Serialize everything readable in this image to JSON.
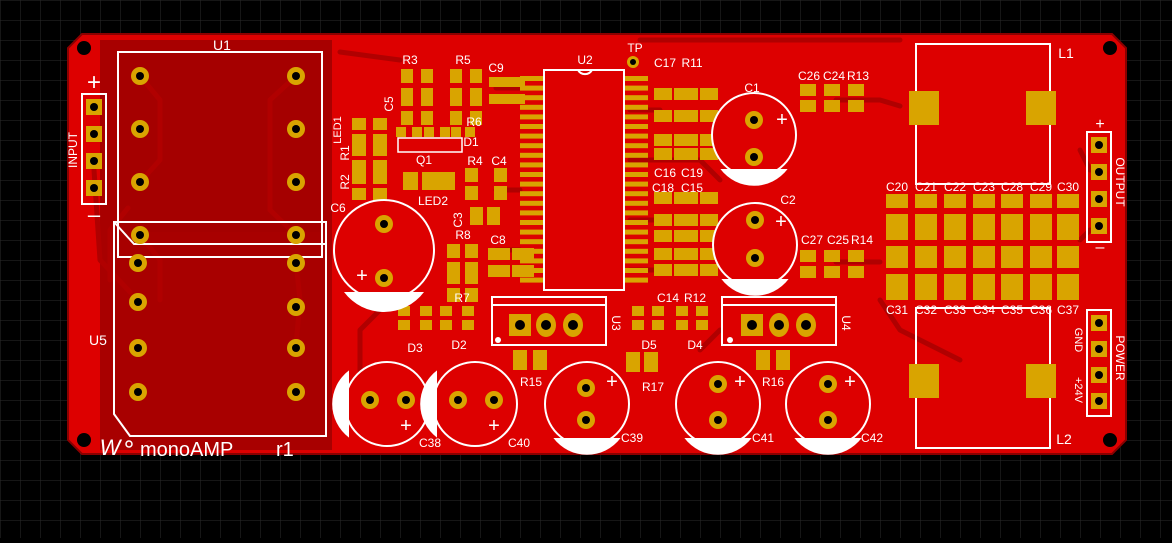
{
  "board": {
    "name": "monoAMP",
    "revision": "r1",
    "logo": "W",
    "colors": {
      "background": "#000000",
      "grid": "#2b2b2b",
      "copper": "#e00000",
      "copper_dark": "#a80000",
      "silk": "#ffffff",
      "pad": "#d9a400"
    }
  },
  "ics": {
    "u1": "U1",
    "u5": "U5",
    "u2": "U2",
    "u3": "U3",
    "u4": "U4",
    "tp": "TP"
  },
  "connectors": {
    "input_title": "INPUT",
    "input_plus": "+",
    "input_minus": "–",
    "output_title": "OUTPUT",
    "output_plus": "+",
    "output_minus": "–",
    "power_title": "POWER",
    "power_gnd": "GND",
    "power_24v": "+24V"
  },
  "inductors": {
    "l1": "L1",
    "l2": "L2"
  },
  "labels": {
    "r3": "R3",
    "r5": "R5",
    "c9": "C9",
    "c5": "C5",
    "r6": "R6",
    "led1": "LED1",
    "d1": "D1",
    "r1": "R1",
    "q1": "Q1",
    "r2": "R2",
    "led2": "LED2",
    "r4": "R4",
    "c4": "C4",
    "c6": "C6",
    "c3": "C3",
    "r8": "R8",
    "c8": "C8",
    "r7": "R7",
    "d3": "D3",
    "d2": "D2",
    "r15": "R15",
    "c38": "C38",
    "c40": "C40",
    "c39": "C39",
    "c17": "C17",
    "r11": "R11",
    "c16": "C16",
    "c19": "C19",
    "c18": "C18",
    "c15": "C15",
    "c14": "C14",
    "r12": "R12",
    "d5": "D5",
    "d4": "D4",
    "r17": "R17",
    "r16": "R16",
    "c41": "C41",
    "c42": "C42",
    "c1": "C1",
    "c2": "C2",
    "c26": "C26",
    "c24": "C24",
    "r13": "R13",
    "c27": "C27",
    "c25": "C25",
    "r14": "R14",
    "top_row": [
      "C20",
      "C21",
      "C22",
      "C23",
      "C28",
      "C29",
      "C30"
    ],
    "bottom_row": [
      "C31",
      "C32",
      "C33",
      "C34",
      "C35",
      "C36",
      "C37"
    ],
    "cap_plus": "+"
  }
}
